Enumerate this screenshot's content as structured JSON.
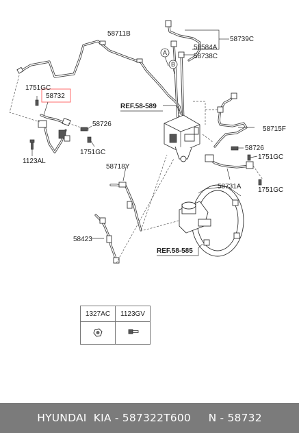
{
  "labels": {
    "p58711B": "58711B",
    "p58739C": "58739C",
    "p58584A": "58584A",
    "p58738C": "58738C",
    "circle_a": "A",
    "circle_b": "B",
    "p1751GC_tl": "1751GC",
    "p58732": "58732",
    "ref58589": "REF.58-589",
    "p58715F": "58715F",
    "p58726_l": "58726",
    "p1751GC_l2": "1751GC",
    "p1123AL": "1123AL",
    "p58726_r": "58726",
    "p1751GC_r1": "1751GC",
    "p58718Y": "58718Y",
    "p58731A": "58731A",
    "p1751GC_r2": "1751GC",
    "p58423": "58423",
    "ref58585": "REF.58-585"
  },
  "legend": {
    "col1": "1327AC",
    "col2": "1123GV"
  },
  "footer": {
    "text": "HYUNDAI  KIA - 587322T600     N - 58732"
  },
  "colors": {
    "highlight_box": "#ff6b6b",
    "footer_bg": "#7b7b7b",
    "footer_text": "#ffffff"
  }
}
